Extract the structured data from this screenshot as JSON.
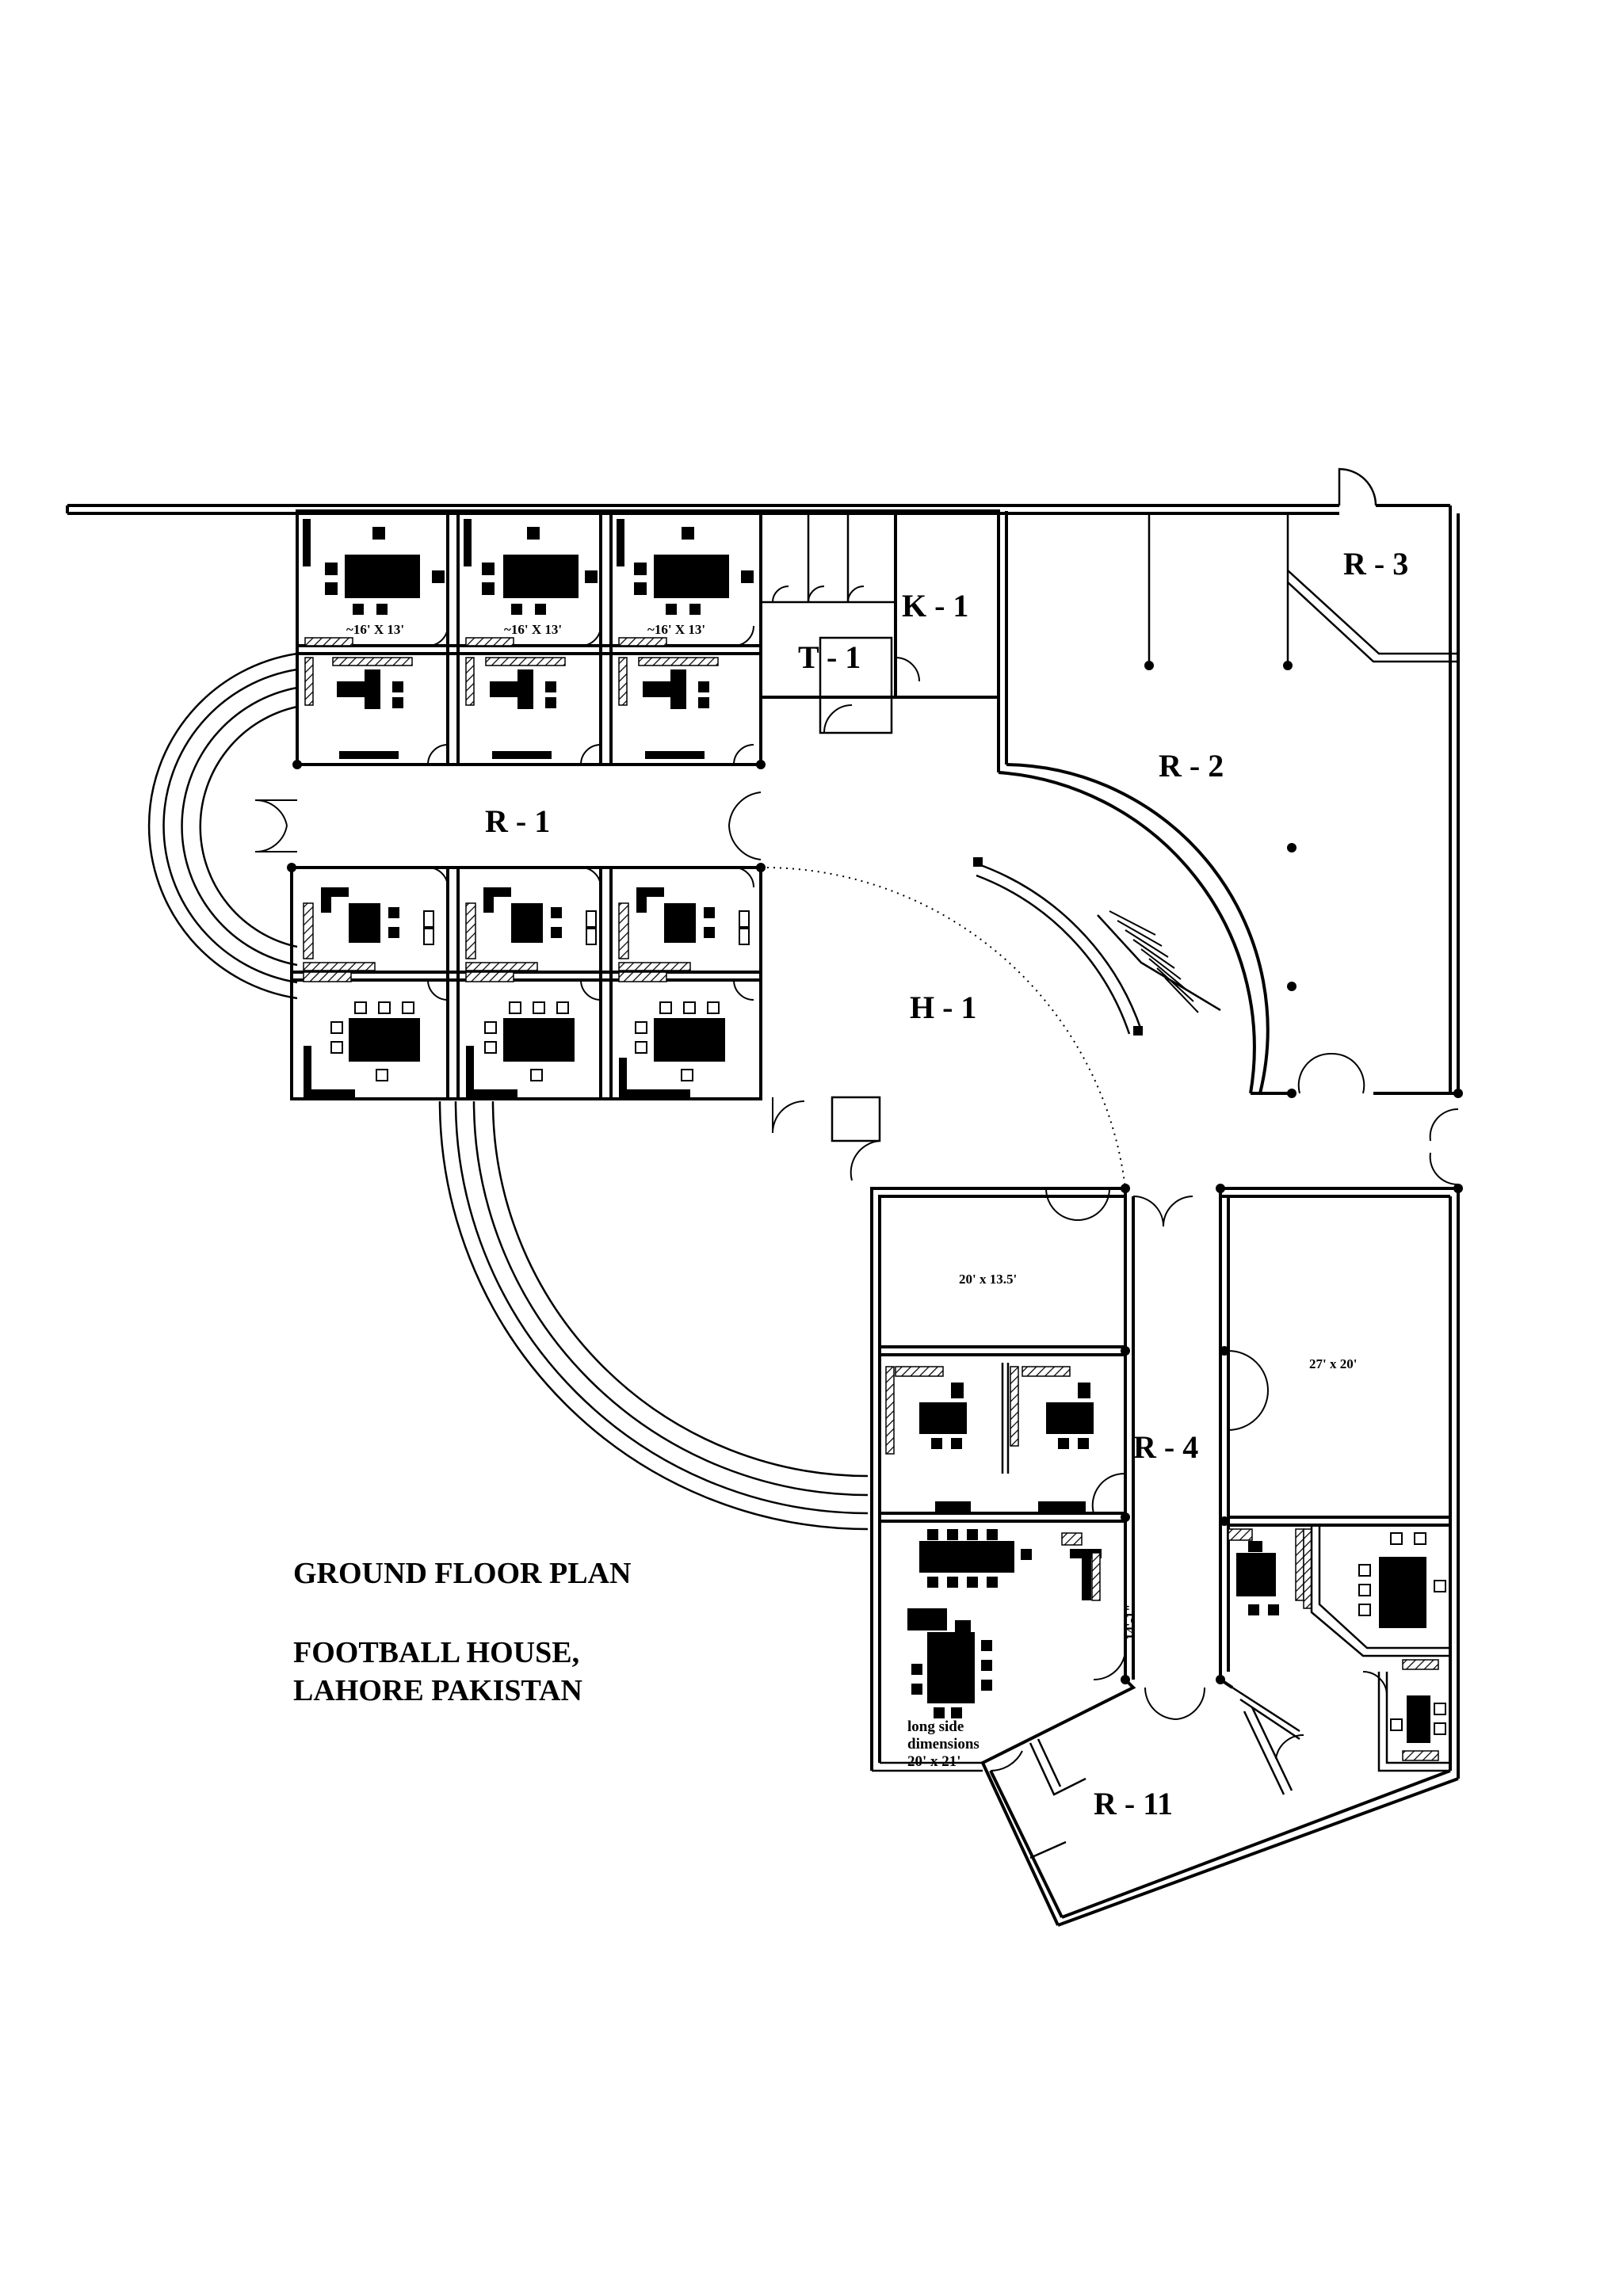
{
  "title": {
    "line1": "GROUND FLOOR PLAN",
    "line2": "FOOTBALL HOUSE,",
    "line3": "LAHORE PAKISTAN"
  },
  "rooms": {
    "r1": "R - 1",
    "r2": "R - 2",
    "r3": "R - 3",
    "r4": "R - 4",
    "r11": "R - 11",
    "k1": "K - 1",
    "t1": "T - 1",
    "h1": "H - 1"
  },
  "dimensions": {
    "office_1": "~16' X 13'",
    "office_2": "~16' X 13'",
    "office_3": "~16' X 13'",
    "room_a": "20' x 13.5'",
    "room_b": "27' x 20'",
    "corridor": "14'-1\"",
    "note_line1": "long side",
    "note_line2": "dimensions",
    "note_line3": "20' x 21'"
  },
  "colors": {
    "ink": "#000000",
    "paper": "#ffffff"
  }
}
